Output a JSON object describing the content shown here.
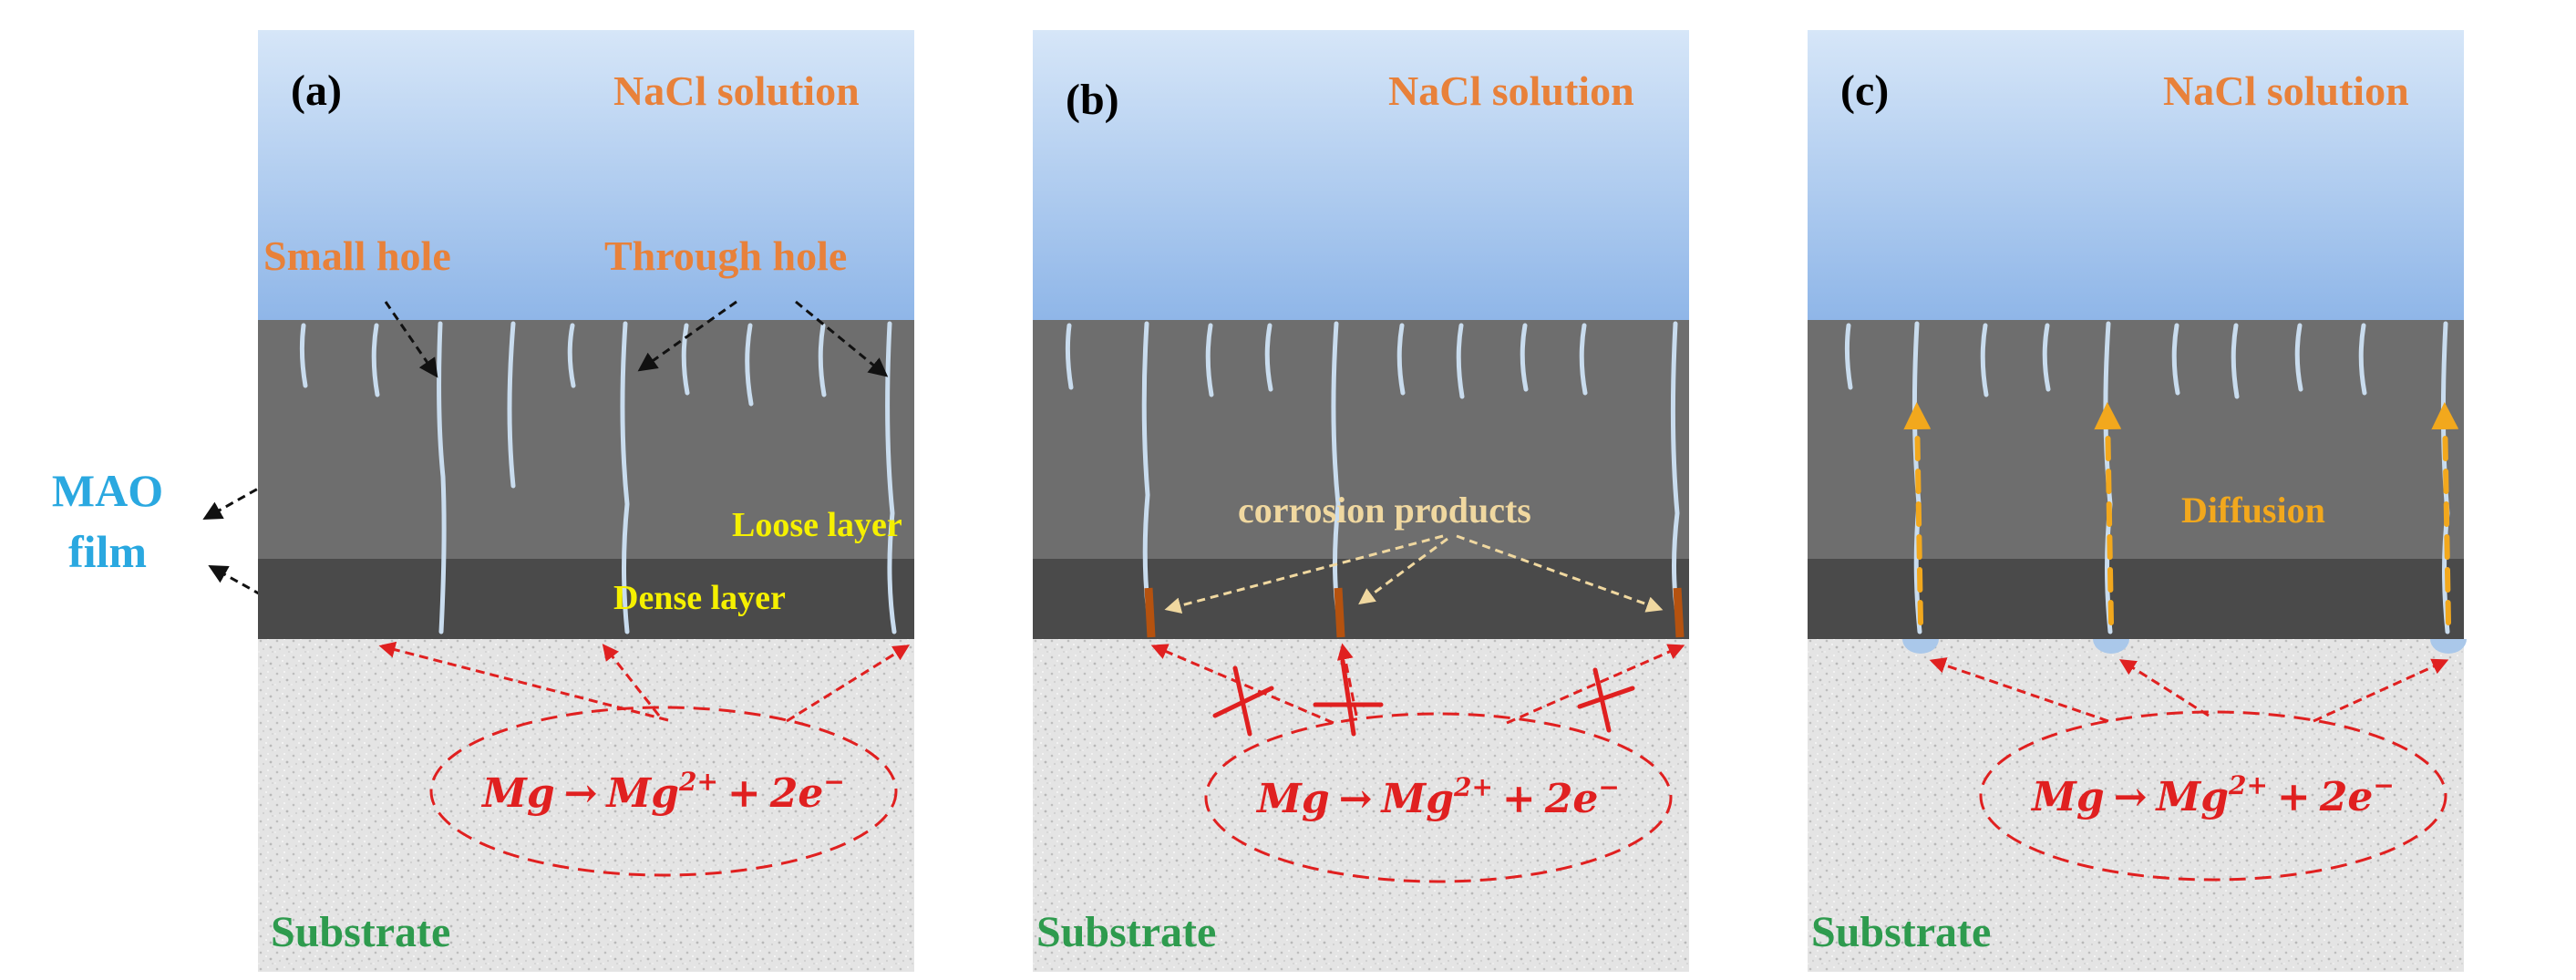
{
  "colors": {
    "solution_top": "#d6e6f8",
    "solution_bottom": "#8fb6e8",
    "loose_layer": "#6e6e6e",
    "dense_layer": "#4a4a4a",
    "substrate": "#e6e6e6",
    "pore": "#c9dcee",
    "label_orange": "#e8813a",
    "label_yellow": "#f5f000",
    "label_green": "#2e9b4e",
    "label_blue": "#2aa8e0",
    "reaction_red": "#e02020",
    "corrosion_product": "#b5520f",
    "diffusion_arrow": "#f2a81d",
    "panel_label": "#000000",
    "pointer_arrow": "#111111",
    "corrosion_pointer": "#f0d8a0"
  },
  "side_label": {
    "line1": "MAO",
    "line2": "film"
  },
  "panels": [
    {
      "id": "a",
      "label": "(a)",
      "solution": "NaCl solution",
      "substrate": "Substrate",
      "reaction": {
        "lhs": "Mg",
        "arrow": "→",
        "product": "Mg",
        "charge": "2+",
        "plus": "+",
        "electrons": "2e",
        "electron_charge": "−"
      },
      "small_hole": "Small hole",
      "through_hole": "Through hole",
      "loose_layer": "Loose layer",
      "dense_layer": "Dense layer"
    },
    {
      "id": "b",
      "label": "(b)",
      "solution": "NaCl solution",
      "substrate": "Substrate",
      "reaction": {
        "lhs": "Mg",
        "arrow": "→",
        "product": "Mg",
        "charge": "2+",
        "plus": "+",
        "electrons": "2e",
        "electron_charge": "−"
      },
      "corrosion_products": "corrosion products"
    },
    {
      "id": "c",
      "label": "(c)",
      "solution": "NaCl solution",
      "substrate": "Substrate",
      "reaction": {
        "lhs": "Mg",
        "arrow": "→",
        "product": "Mg",
        "charge": "2+",
        "plus": "+",
        "electrons": "2e",
        "electron_charge": "−"
      },
      "diffusion": "Diffusion"
    }
  ]
}
